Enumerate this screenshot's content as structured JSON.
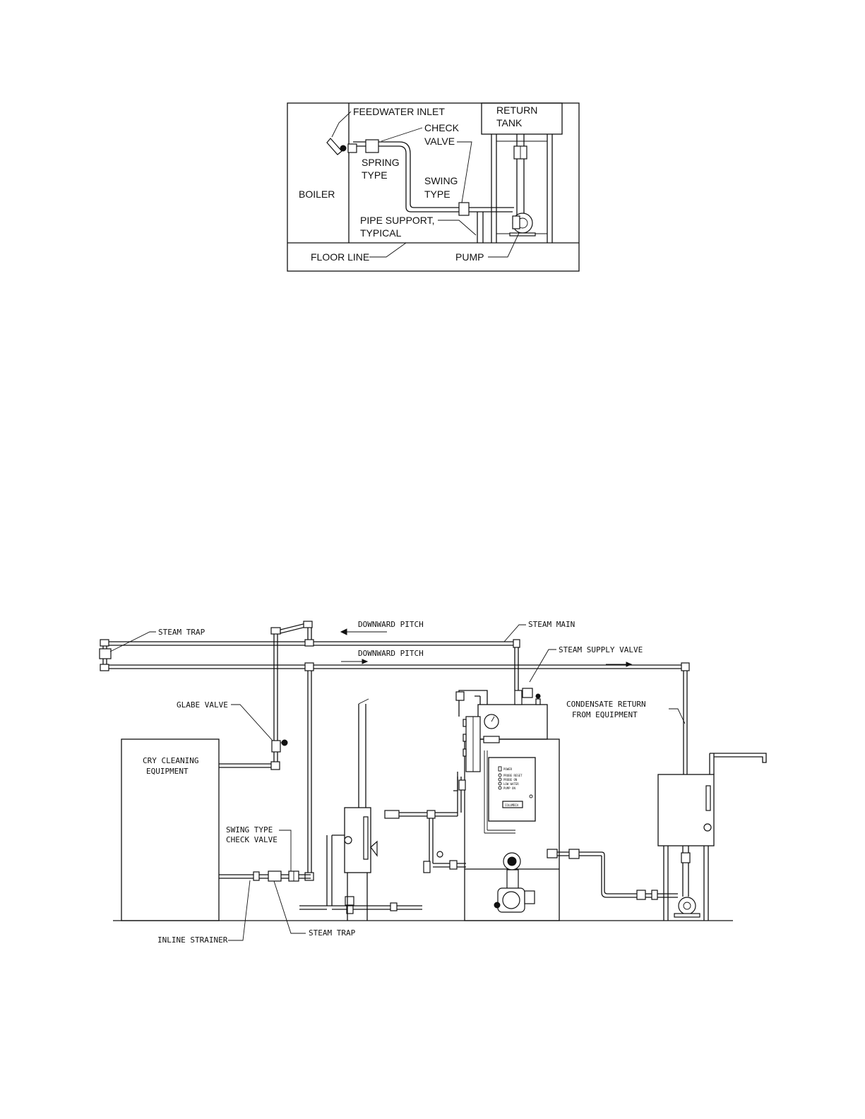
{
  "diagram1": {
    "labels": {
      "feedwater_inlet": "FEEDWATER INLET",
      "check": "CHECK",
      "valve": "VALVE",
      "return": "RETURN",
      "tank": "TANK",
      "spring": "SPRING",
      "spring_type": "TYPE",
      "swing": "SWING",
      "swing_type": "TYPE",
      "boiler": "BOILER",
      "pipe_support": "PIPE SUPPORT,",
      "typical": "TYPICAL",
      "floor_line": "FLOOR LINE",
      "pump": "PUMP"
    }
  },
  "diagram2": {
    "labels": {
      "steam_trap_top": "STEAM TRAP",
      "downward_pitch_1": "DOWNWARD PITCH",
      "steam_main": "STEAM MAIN",
      "downward_pitch_2": "DOWNWARD PITCH",
      "steam_supply_valve": "STEAM SUPPLY VALVE",
      "glabe_valve": "GLABE VALVE",
      "condensate_1": "CONDENSATE RETURN",
      "condensate_2": "FROM EQUIPMENT",
      "cry_cleaning_1": "CRY CLEANING",
      "cry_cleaning_2": "EQUIPMENT",
      "swing_type": "SWING TYPE",
      "check_valve": "CHECK VALVE",
      "inline_strainer": "INLINE STRAINER",
      "steam_trap_bottom": "STEAM TRAP",
      "panel_1": "POWER",
      "panel_2": "PROBE RESET",
      "panel_3": "PROBE ON",
      "panel_4": "LOW WATER",
      "panel_5": "PUMP ON",
      "brand": "COLUMBIA"
    }
  }
}
